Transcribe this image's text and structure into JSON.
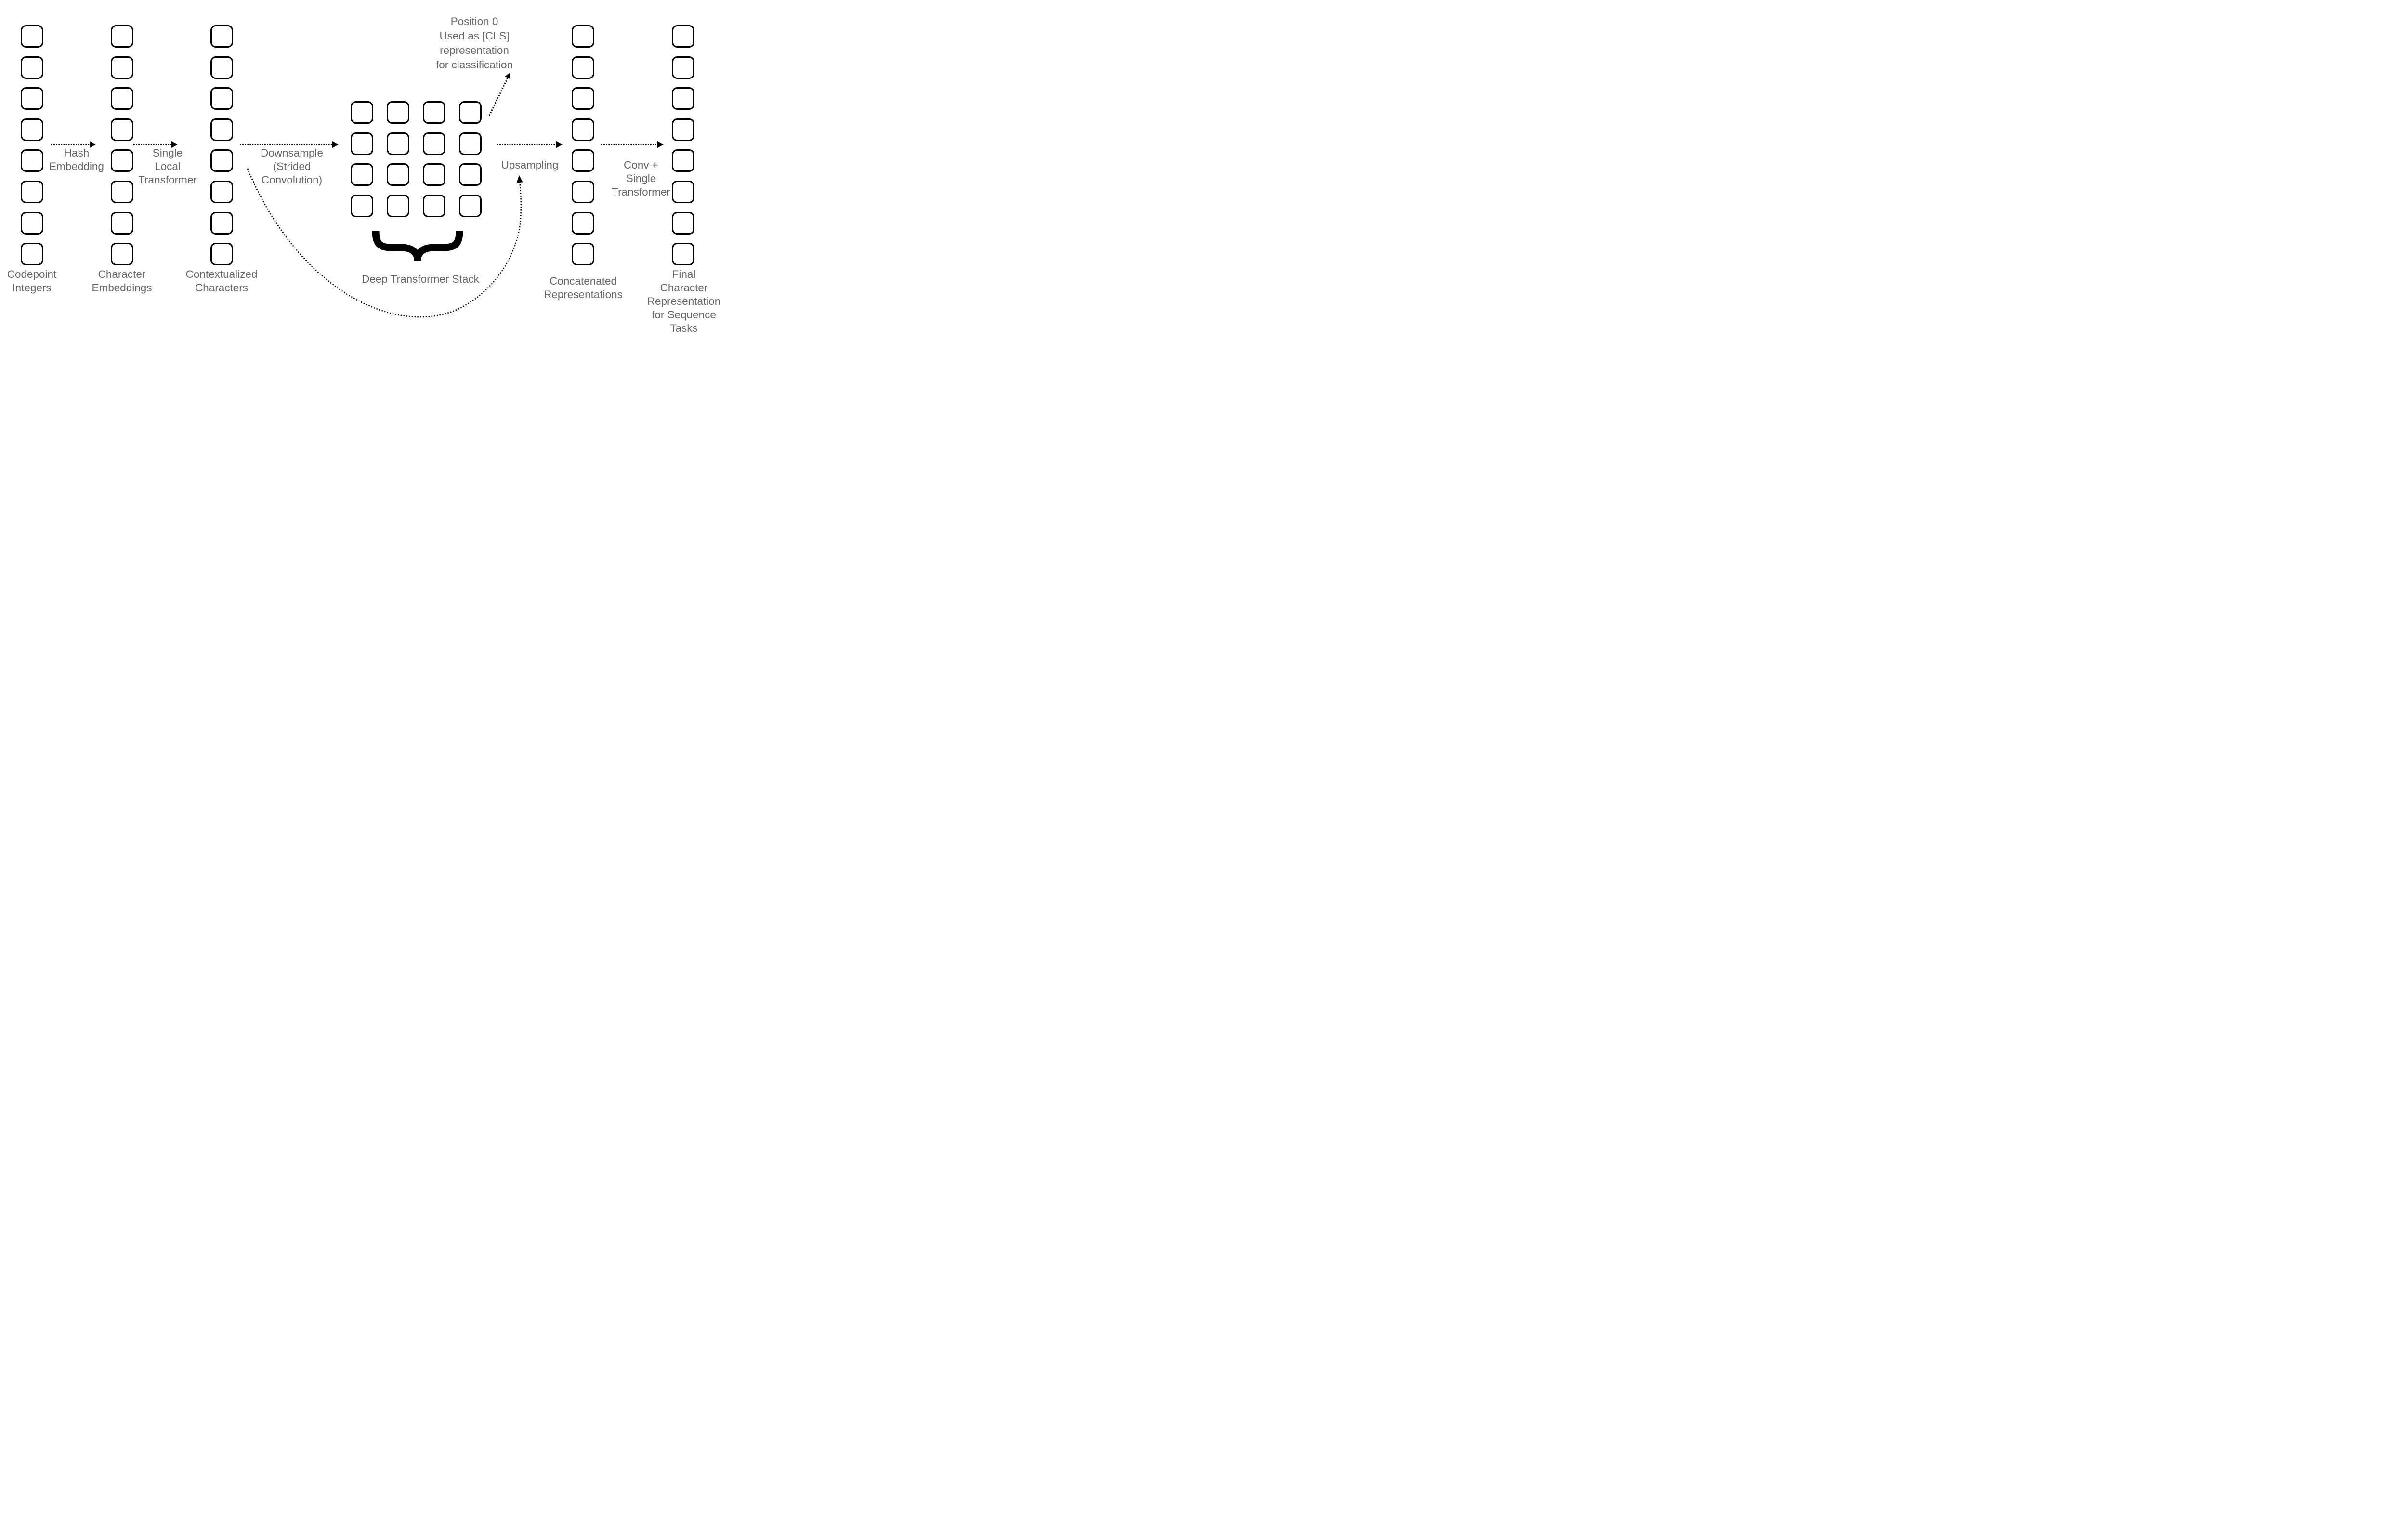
{
  "colors": {
    "background": "#ffffff",
    "label_text": "#656565",
    "shape_stroke": "#000000"
  },
  "columns": [
    {
      "id": "codepoint-integers",
      "label": "Codepoint\nIntegers",
      "boxes": 8
    },
    {
      "id": "character-embeddings",
      "label": "Character\nEmbeddings",
      "boxes": 8
    },
    {
      "id": "contextualized-characters",
      "label": "Contextualized\nCharacters",
      "boxes": 8
    },
    {
      "id": "concatenated-representations",
      "label": "Concatenated\nRepresentations",
      "boxes": 8
    },
    {
      "id": "final-character-representation",
      "label": "Final\nCharacter\nRepresentation\nfor Sequence Tasks",
      "boxes": 8
    }
  ],
  "grid": {
    "label": "Deep Transformer Stack",
    "rows": 4,
    "cols": 4,
    "boxes": 16
  },
  "arrows": {
    "hash": {
      "label": "Hash\nEmbedding"
    },
    "single_local": {
      "label": "Single\nLocal\nTransformer"
    },
    "downsample": {
      "label": "Downsample\n(Strided\nConvolution)"
    },
    "upsampling": {
      "label": "Upsampling"
    },
    "conv_single": {
      "label": "Conv +\nSingle\nTransformer"
    },
    "cls_note": {
      "label": "Position 0\nUsed as [CLS]\nrepresentation\nfor classification"
    }
  }
}
